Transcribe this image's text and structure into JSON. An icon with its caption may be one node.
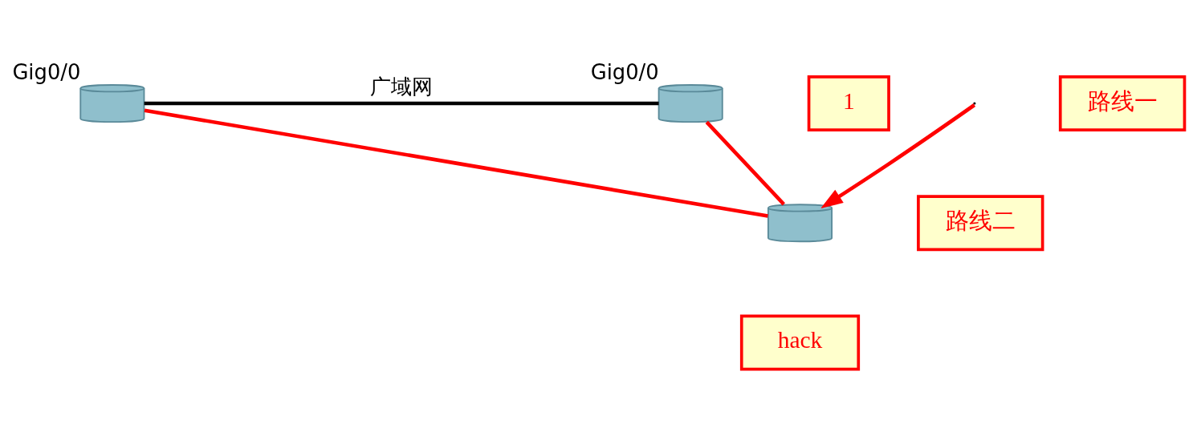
{
  "diagram": {
    "nodes": [
      {
        "text": [],
        "shape": "cylinder",
        "beside": [
          "Gig0/0"
        ]
      },
      {
        "text": [
          "路线一"
        ]
      },
      {
        "text": [],
        "shape": "cylinder",
        "beside": [
          "Gig0/0"
        ]
      },
      {
        "text": [
          "1"
        ]
      },
      {
        "text": [],
        "shape": "cylinder"
      },
      {
        "text": [
          "路线二"
        ]
      },
      {
        "text": [
          "hack"
        ]
      }
    ],
    "edges": [
      {
        "from": 0,
        "to": 2,
        "arrow": "none",
        "label": "广域网",
        "color": "#000000"
      },
      {
        "from": null,
        "to": 4,
        "arrow": "to"
      },
      {
        "from": 0,
        "to": 4,
        "arrow": "none"
      },
      {
        "from": 4,
        "to": 2,
        "arrow": "none"
      }
    ]
  }
}
